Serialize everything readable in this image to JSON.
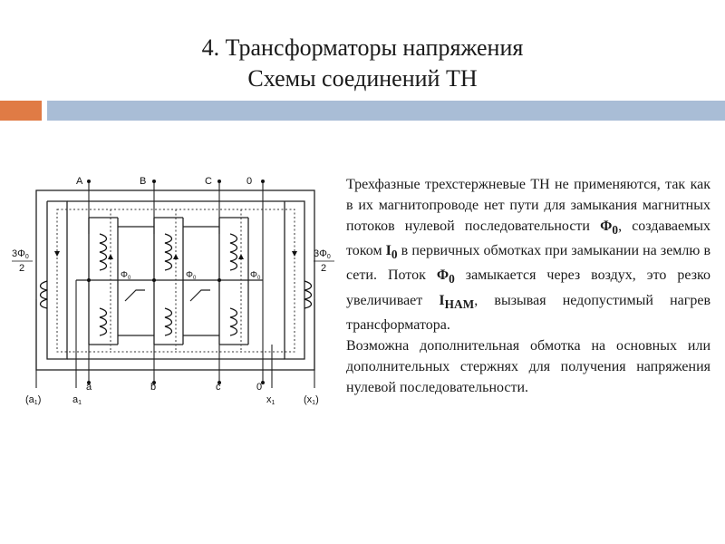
{
  "slide": {
    "title_line1": "4. Трансформаторы напряжения",
    "title_line2": "Схемы соединений ТН"
  },
  "colors": {
    "accent_bar": "#e07b45",
    "main_bar": "#a9bdd6"
  },
  "diagram": {
    "top_labels": {
      "a": "A",
      "b": "B",
      "c": "C",
      "zero": "0"
    },
    "bottom_labels": {
      "a1_paren": "(a",
      "a1_paren_sub": "1",
      "a1_paren_close": ")",
      "a1": "a",
      "a1_sub": "1",
      "a": "a",
      "b": "b",
      "c": "c",
      "zero": "0",
      "x1": "x",
      "x1_sub": "1",
      "x1_paren": "(x",
      "x1_paren_sub": "1",
      "x1_paren_close": ")"
    },
    "flux_left": {
      "num": "3Φ",
      "num_sub": "0",
      "den": "2"
    },
    "flux_right": {
      "num": "3Φ",
      "num_sub": "0",
      "den": "2"
    },
    "phi_label": "Φ",
    "phi_sub": "0"
  },
  "text": {
    "p1_part1": "Трехфазные трехстержневые ТН не применяются, так как в их магнитопроводе нет пути для замыкания магнитных потоков нулевой последовательности ",
    "phi0_1": "Φ",
    "phi0_1_sub": "0",
    "p1_part2": ", создаваемых током ",
    "i0": "I",
    "i0_sub": "0",
    "p1_part3": " в первичных обмотках при замыкании на землю в сети. Поток ",
    "phi0_2": "Φ",
    "phi0_2_sub": "0",
    "p1_part4": " замыкается через воздух, это резко увеличивает ",
    "inam": "I",
    "inam_sub": "НАМ",
    "p1_part5": ", вызывая недопустимый нагрев трансформатора.",
    "p2": "Возможна дополнительная обмотка на основных или дополнительных стержнях для получения напряжения нулевой последовательности."
  }
}
